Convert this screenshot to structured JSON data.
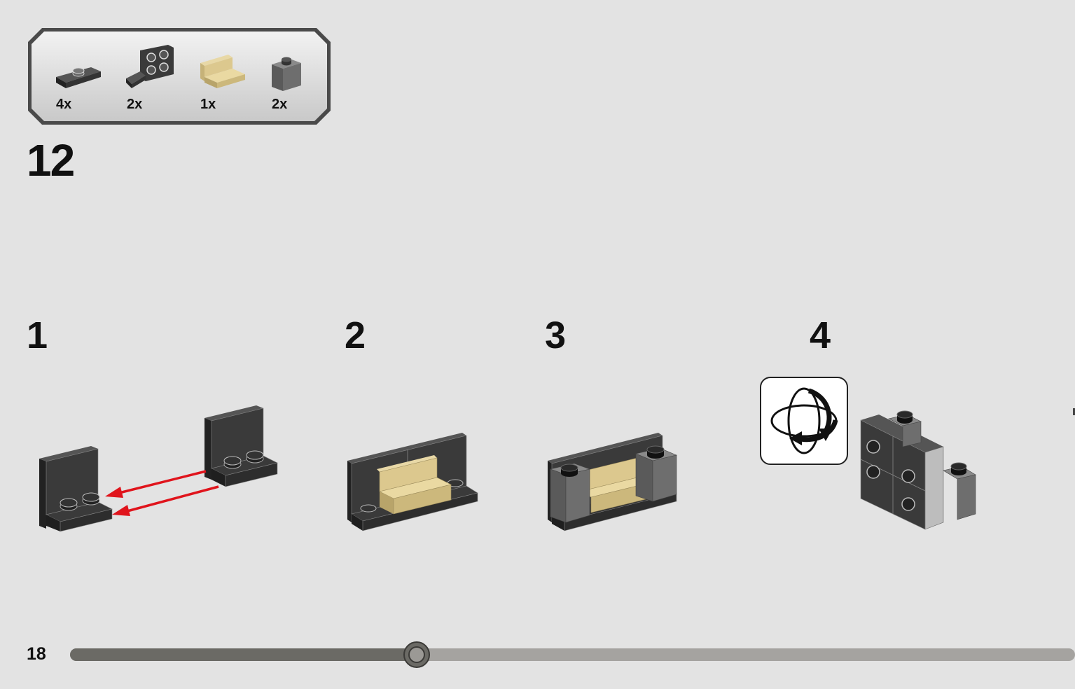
{
  "parts": [
    {
      "icon": "jumper-plate-icon",
      "quantity": "4x"
    },
    {
      "icon": "bracket-plate-icon",
      "quantity": "2x"
    },
    {
      "icon": "tan-bracket-icon",
      "quantity": "1x"
    },
    {
      "icon": "grey-brick-icon",
      "quantity": "2x"
    }
  ],
  "main_step": "12",
  "sub_steps": [
    {
      "number": "1"
    },
    {
      "number": "2"
    },
    {
      "number": "3"
    },
    {
      "number": "4"
    }
  ],
  "rotate_icon": "rotate-model-icon",
  "page_number": "18",
  "progress": {
    "fraction": 0.345
  },
  "colors": {
    "background": "#e3e3e3",
    "dark_grey": "#3a3a3a",
    "grey": "#707070",
    "tan": "#dcc88e",
    "arrow_red": "#e0141c"
  }
}
